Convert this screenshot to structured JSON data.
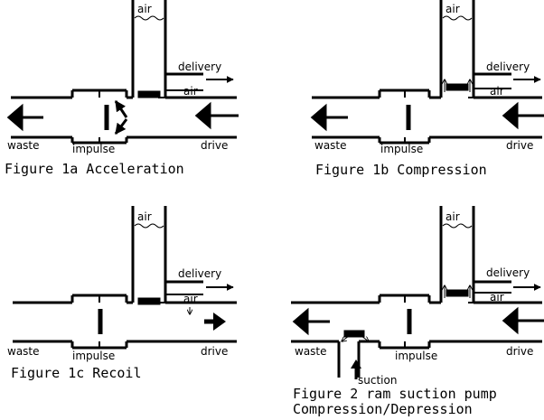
{
  "figures": [
    {
      "id": "1a",
      "caption": "Figure 1a Acceleration",
      "labels": {
        "air_chamber": "air",
        "air_pocket": "air",
        "delivery": "delivery",
        "waste": "waste",
        "impulse": "impulse",
        "drive": "drive"
      }
    },
    {
      "id": "1b",
      "caption": "Figure 1b Compression",
      "labels": {
        "air_chamber": "air",
        "air_pocket": "air",
        "delivery": "delivery",
        "waste": "waste",
        "impulse": "impulse",
        "drive": "drive"
      }
    },
    {
      "id": "1c",
      "caption": "Figure 1c Recoil",
      "labels": {
        "air_chamber": "air",
        "air_pocket": "air",
        "delivery": "delivery",
        "waste": "waste",
        "impulse": "impulse",
        "drive": "drive"
      }
    },
    {
      "id": "2",
      "caption_line1": "Figure 2 ram suction pump",
      "caption_line2": "Compression/Depression",
      "labels": {
        "air_chamber": "air",
        "air_pocket": "air",
        "delivery": "delivery",
        "waste": "waste",
        "impulse": "impulse",
        "drive": "drive",
        "suction": "suction"
      }
    }
  ]
}
